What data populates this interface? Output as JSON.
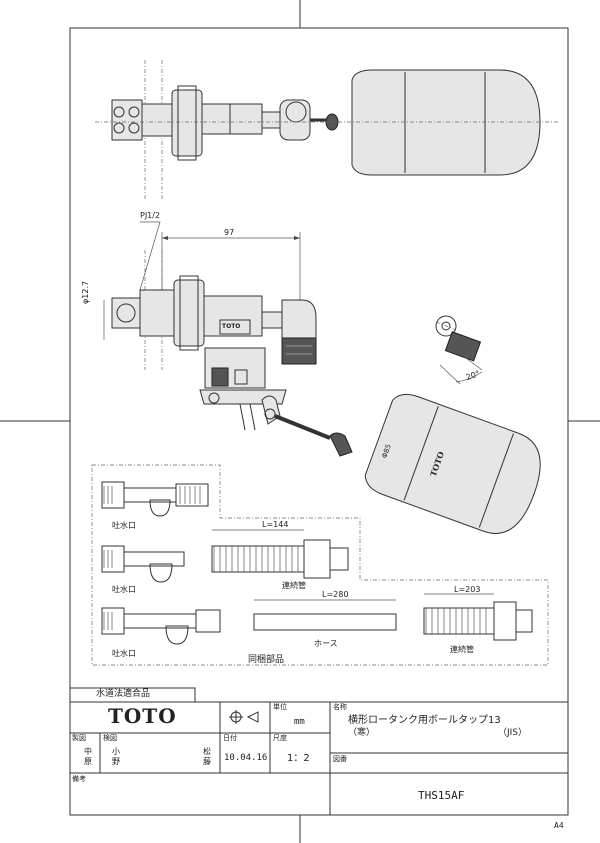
{
  "drawing": {
    "top_view": {},
    "side_view": {
      "thread_label": "PJ1/2",
      "dim_97": "97",
      "dim_diameter": "φ12.7",
      "dim_ball": "Φ85",
      "brand_on_body": "TOTO",
      "brand_on_ball": "TOTO",
      "angle_label": "20°"
    },
    "parts": {
      "spout_a": "吐水口",
      "spout_b": "吐水口",
      "spout_c": "吐水口",
      "hose_a_length": "L=144",
      "hose_a_label": "連続管",
      "hose_b_length": "L=280",
      "hose_b_label": "ホース",
      "hose_c_length": "L=203",
      "hose_c_label": "連続管",
      "group_label": "同梱部品"
    }
  },
  "title_block": {
    "certification": "水道法適合品",
    "brand": "TOTO",
    "unit_label": "単位",
    "unit_value": "mm",
    "name_label": "名称",
    "name_line1": "横形ロータンク用ボールタップ13",
    "name_line2": "（寒）",
    "name_line2_right": "（JIS）",
    "drawn_label": "製図",
    "drawn_by_a": "中",
    "drawn_by_b": "原",
    "checked_label": "検図",
    "checked_by_a": "小",
    "checked_by_b": "野",
    "approved_by_a": "松",
    "approved_by_b": "藤",
    "date_label": "日付",
    "date_value": "10.04.16",
    "scale_label": "尺度",
    "scale_value": "1：2",
    "drawing_no_label": "図番",
    "drawing_no": "THS15AF",
    "remarks_label": "備考",
    "sheet_size": "A4"
  }
}
